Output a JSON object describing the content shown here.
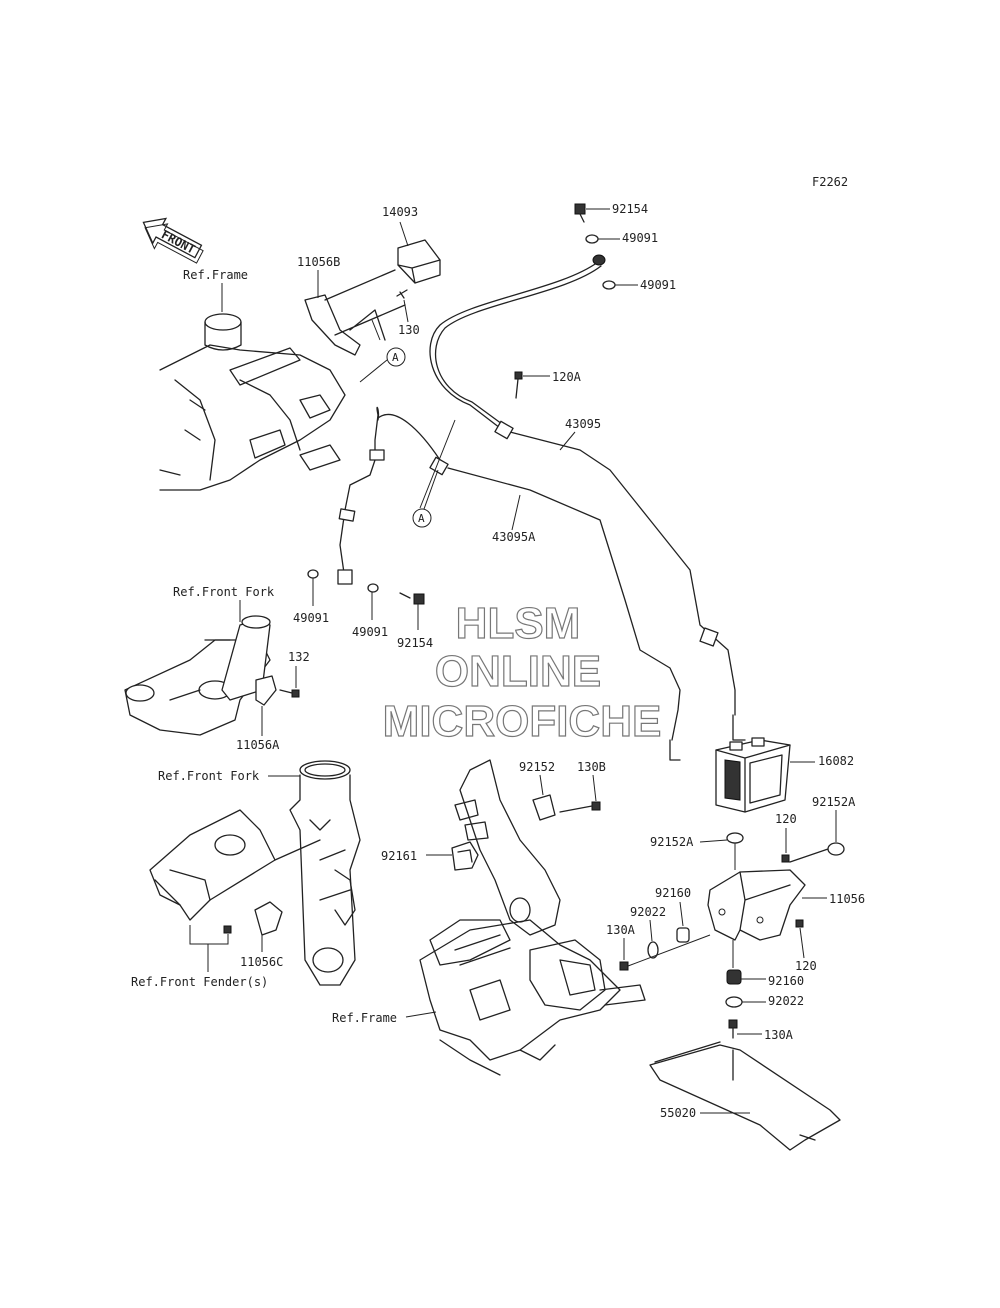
{
  "diagram_code": "F2262",
  "front_arrow": "FRONT",
  "watermark": {
    "line1": "HLSM",
    "line2": "ONLINE",
    "line3": "MICROFICHE"
  },
  "connector_letter": "A",
  "labels": {
    "p14093": "14093",
    "p11056B": "11056B",
    "ref_frame_top": "Ref.Frame",
    "p130": "130",
    "p92154_top": "92154",
    "p49091_a": "49091",
    "p49091_b": "49091",
    "p120A": "120A",
    "p43095": "43095",
    "p43095A": "43095A",
    "p49091_c": "49091",
    "p49091_d": "49091",
    "p92154_mid": "92154",
    "ref_front_fork_1": "Ref.Front Fork",
    "p132": "132",
    "p11056A": "11056A",
    "ref_front_fork_2": "Ref.Front Fork",
    "p11056C": "11056C",
    "ref_front_fender": "Ref.Front Fender(s)",
    "p92152": "92152",
    "p130B": "130B",
    "p16082": "16082",
    "p92161": "92161",
    "p92152A_l": "92152A",
    "p120_top": "120",
    "p92152A_r": "92152A",
    "p92160_a": "92160",
    "p92022_a": "92022",
    "p11056": "11056",
    "p130A_a": "130A",
    "p120_bot": "120",
    "p92160_b": "92160",
    "p92022_b": "92022",
    "ref_frame_bot": "Ref.Frame",
    "p130A_b": "130A",
    "p55020": "55020"
  }
}
